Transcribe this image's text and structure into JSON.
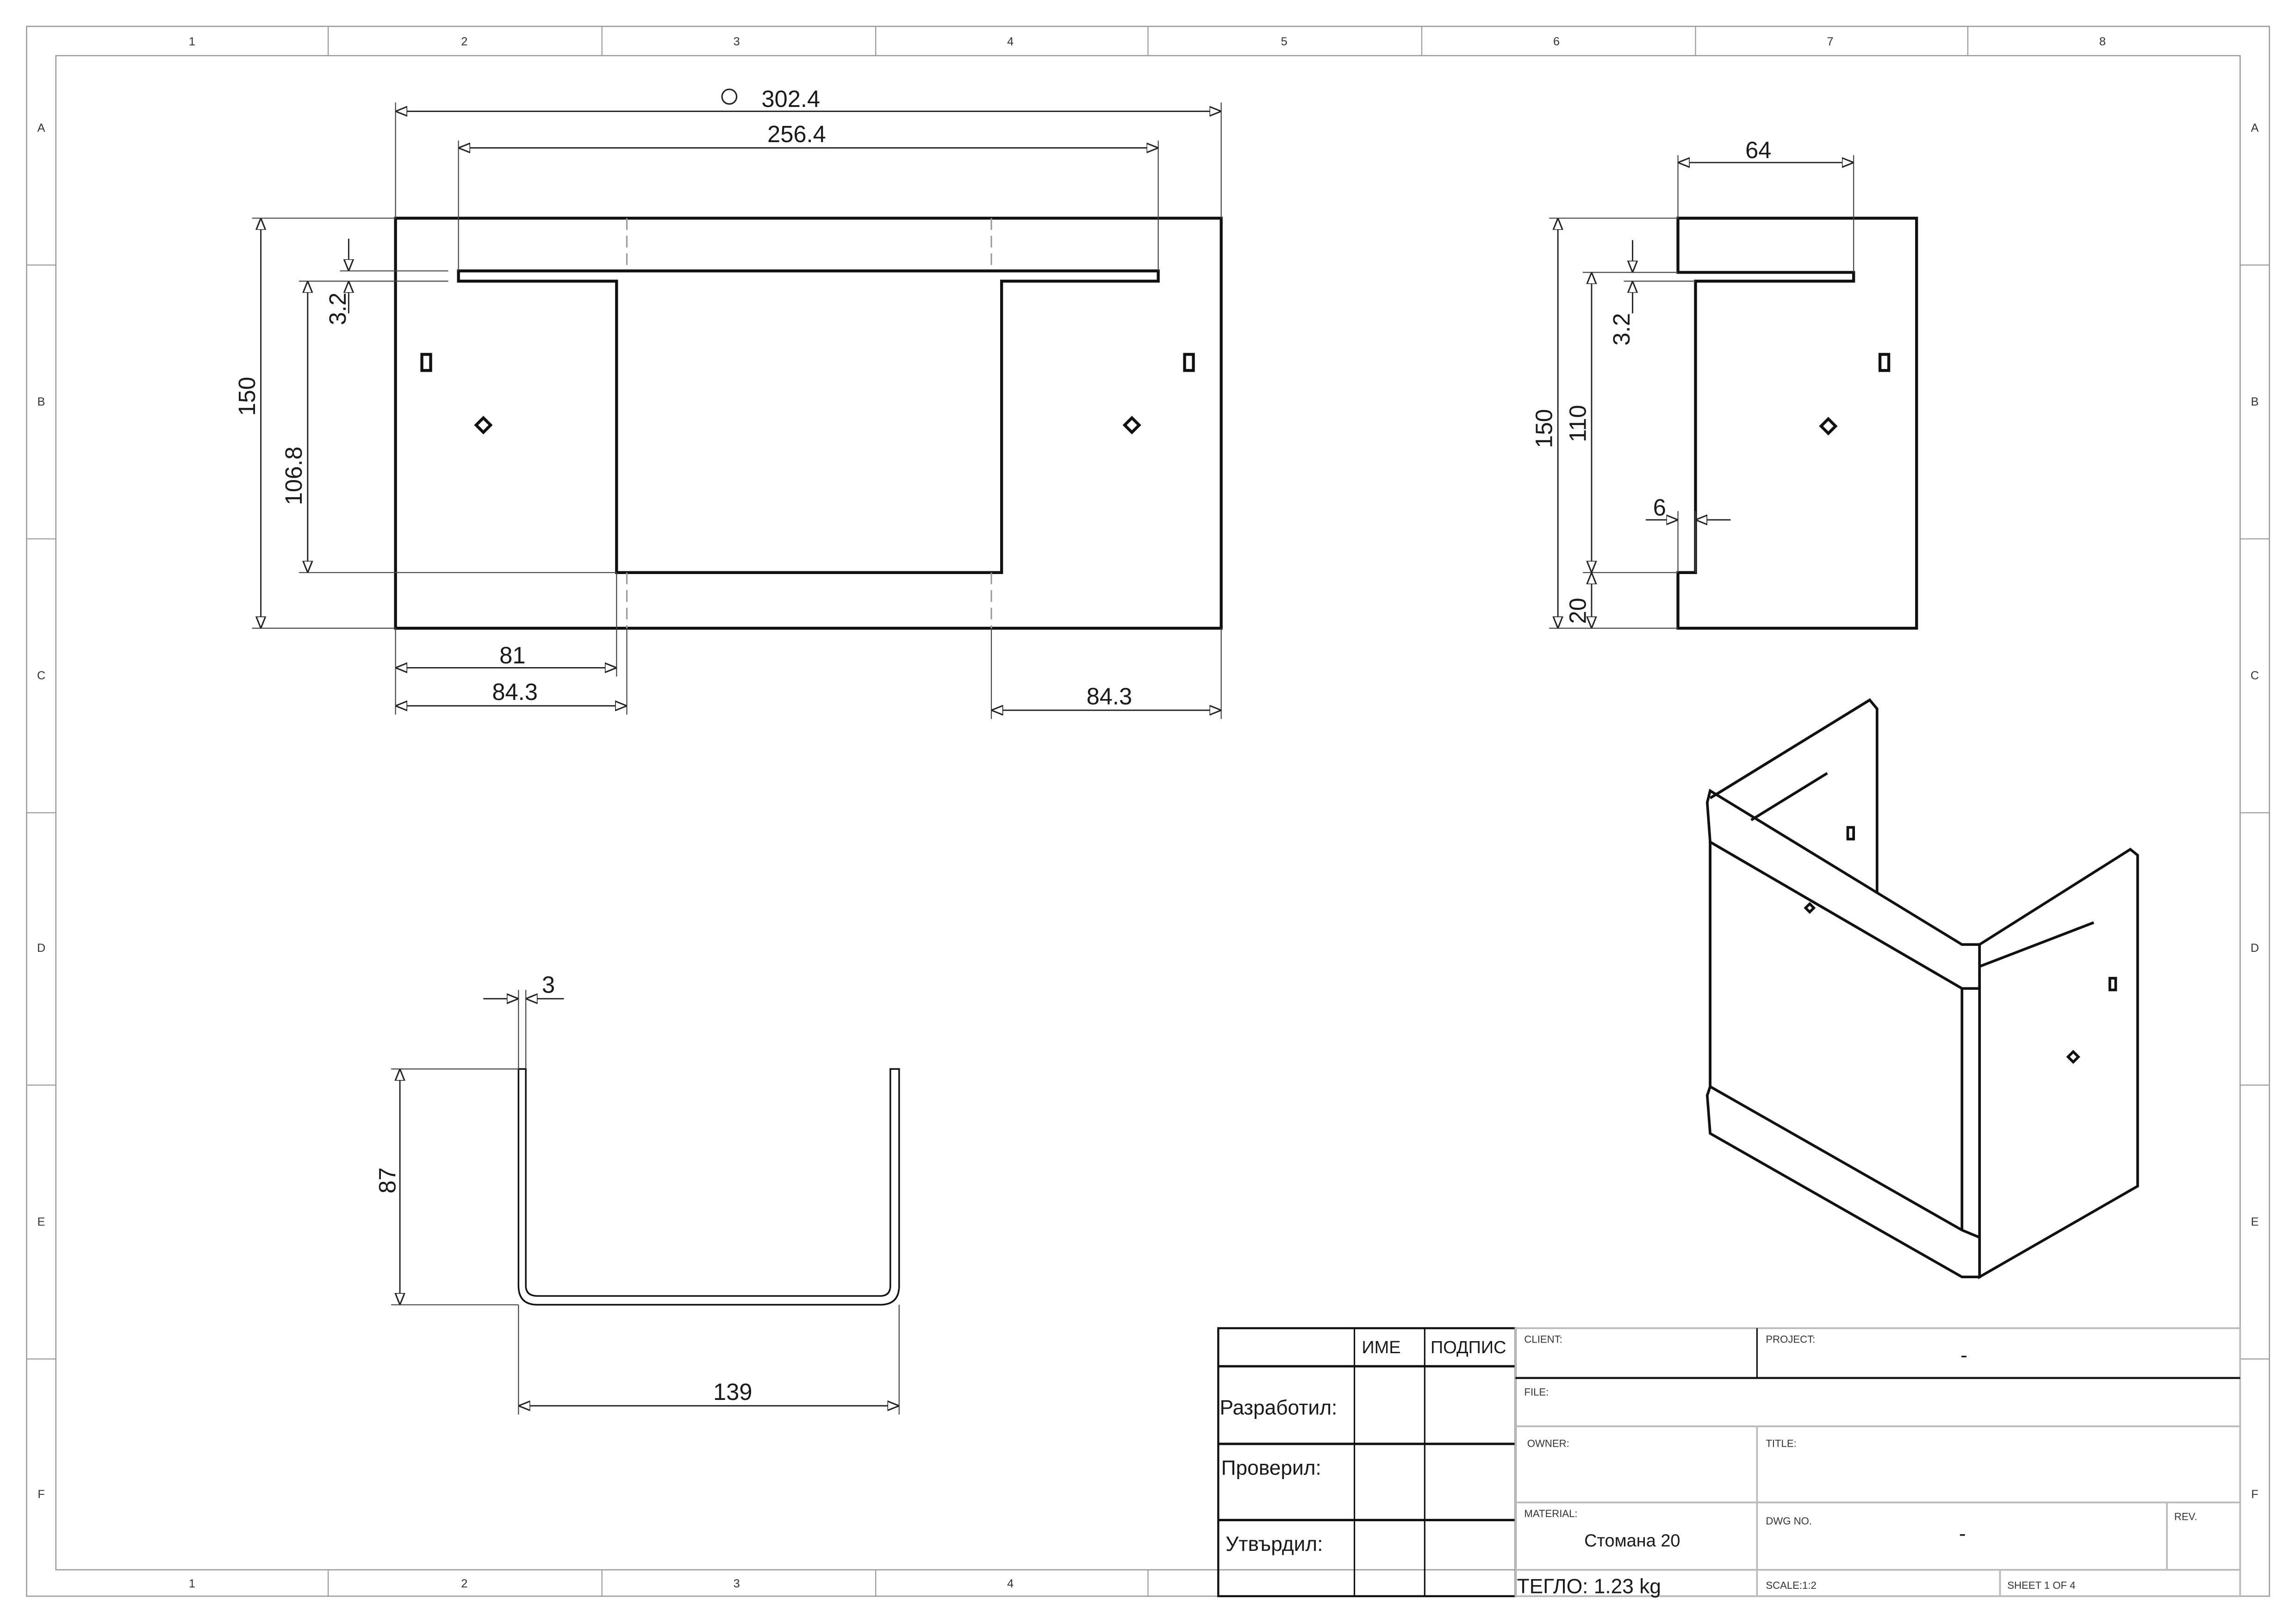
{
  "sheet": {
    "zone_columns_top": [
      "1",
      "2",
      "3",
      "4",
      "5",
      "6",
      "7",
      "8"
    ],
    "zone_columns_bottom": [
      "1",
      "2",
      "3",
      "4"
    ],
    "zone_rows": [
      "A",
      "B",
      "C",
      "D",
      "E",
      "F"
    ]
  },
  "front_view": {
    "dims": {
      "overall_width": "302.4",
      "inner_width": "256.4",
      "height": "150",
      "thickness": "3.2",
      "cutout_height": "106.8",
      "left_flange": "81",
      "left_offset": "84.3",
      "right_offset": "84.3"
    }
  },
  "side_view": {
    "dims": {
      "flange_width": "64",
      "height": "150",
      "inner_height": "110",
      "thickness": "3.2",
      "tab_width": "6",
      "tab_height": "20"
    }
  },
  "bottom_view": {
    "dims": {
      "thickness": "3",
      "height": "87",
      "width": "139"
    }
  },
  "title_block": {
    "col_name": "ИМЕ",
    "col_signature": "ПОДПИС",
    "developed_by": "Разработил:",
    "checked_by": "Проверил:",
    "approved_by": "Утвърдил:",
    "client_label": "CLIENT:",
    "project_label": "PROJECT:",
    "project_value": "-",
    "file_label": "FILE:",
    "owner_label": "OWNER:",
    "title_label": "TITLE:",
    "material_label": "MATERIAL:",
    "material_value": "Стомана 20",
    "dwg_no_label": "DWG NO.",
    "dwg_no_value": "-",
    "rev_label": "REV.",
    "weight": "ТЕГЛО: 1.23 kg",
    "scale": "SCALE:1:2",
    "sheet": "SHEET 1 OF 4"
  }
}
